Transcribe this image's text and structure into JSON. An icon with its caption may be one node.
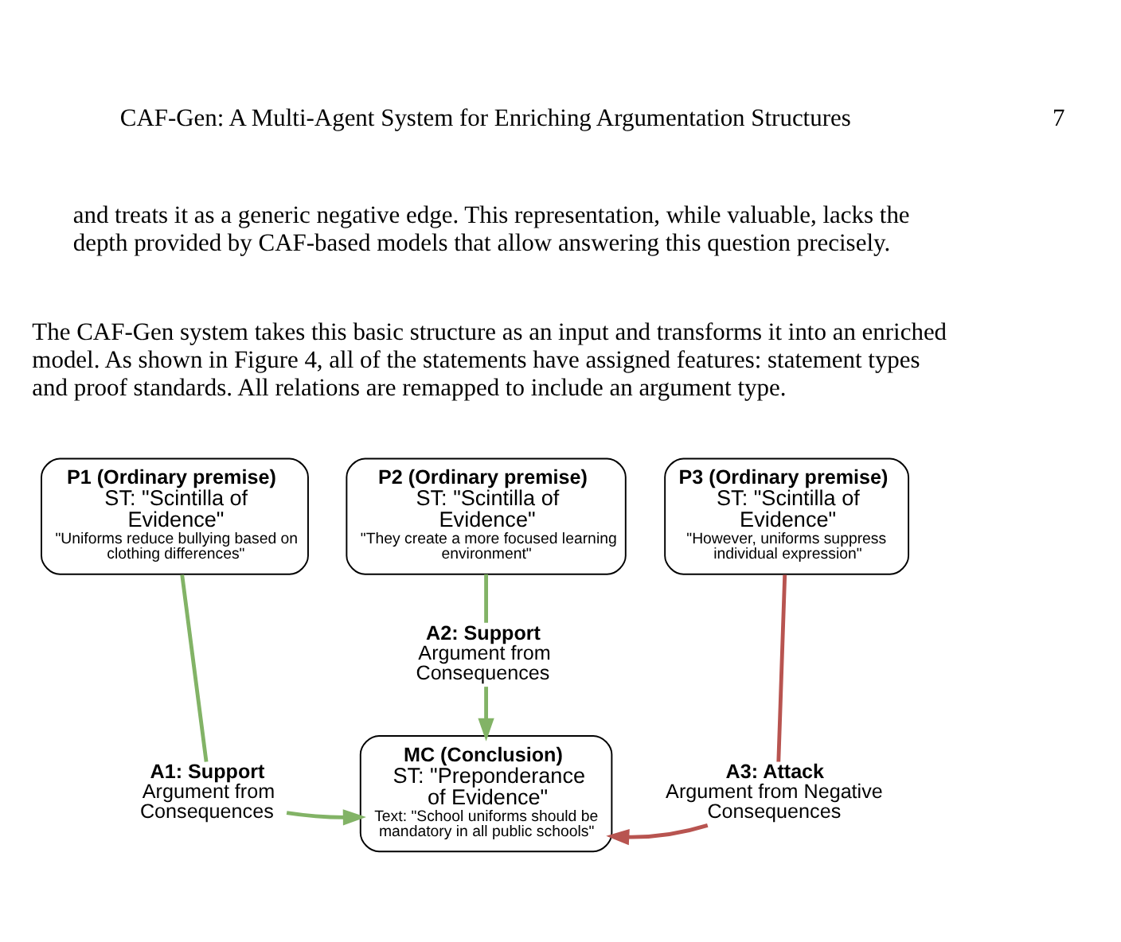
{
  "diagram": {
    "nodes": [
      {
        "text": [
          "P1 (Ordinary premise)",
          "ST: \"Scintilla of Evidence\"",
          "\"Uniforms reduce bullying based on clothing differences\""
        ]
      },
      {
        "text": [
          "P2 (Ordinary premise)",
          "ST: \"Scintilla of Evidence\"",
          "\"They create a more focused learning environment\""
        ]
      },
      {
        "text": [
          "P3 (Ordinary premise)",
          "ST: \"Scintilla of Evidence\"",
          "\"However, uniforms suppress individual expression\""
        ]
      },
      {
        "text": [
          "MC (Conclusion)",
          "ST: \"Preponderance of Evidence\"",
          "Text: \"School uniforms should be mandatory in all public schools\""
        ]
      },
      {
        "text": [
          "A1: Support",
          "Argument from Consequences"
        ]
      },
      {
        "text": [
          "A2: Support",
          "Argument from Consequences"
        ]
      },
      {
        "text": [
          "A3: Attack",
          "Argument from Negative Consequences"
        ]
      }
    ],
    "edges": [
      {
        "from": 0,
        "to": 4,
        "arrow": "none"
      },
      {
        "from": 4,
        "to": 3,
        "arrow": "to"
      },
      {
        "from": 1,
        "to": 5,
        "arrow": "none"
      },
      {
        "from": 5,
        "to": 3,
        "arrow": "to"
      },
      {
        "from": 2,
        "to": 6,
        "arrow": "none",
        "color": "#b85450"
      },
      {
        "from": 6,
        "to": 3,
        "arrow": "to",
        "color": "#b85450"
      }
    ],
    "labels": [
      "CAF-Gen: A Multi-Agent System for Enriching Argumentation Structures",
      "7",
      "and treats it as a generic negative edge. This representation, while valuable, lacks the depth provided by CAF-based models that allow answering this question precisely.",
      "The CAF-Gen system takes this basic structure as an input and transforms it into an enriched model. As shown in Figure 4, all of the statements have assigned features: statement types and proof standards. All relations are remapped to include an argument type."
    ]
  }
}
